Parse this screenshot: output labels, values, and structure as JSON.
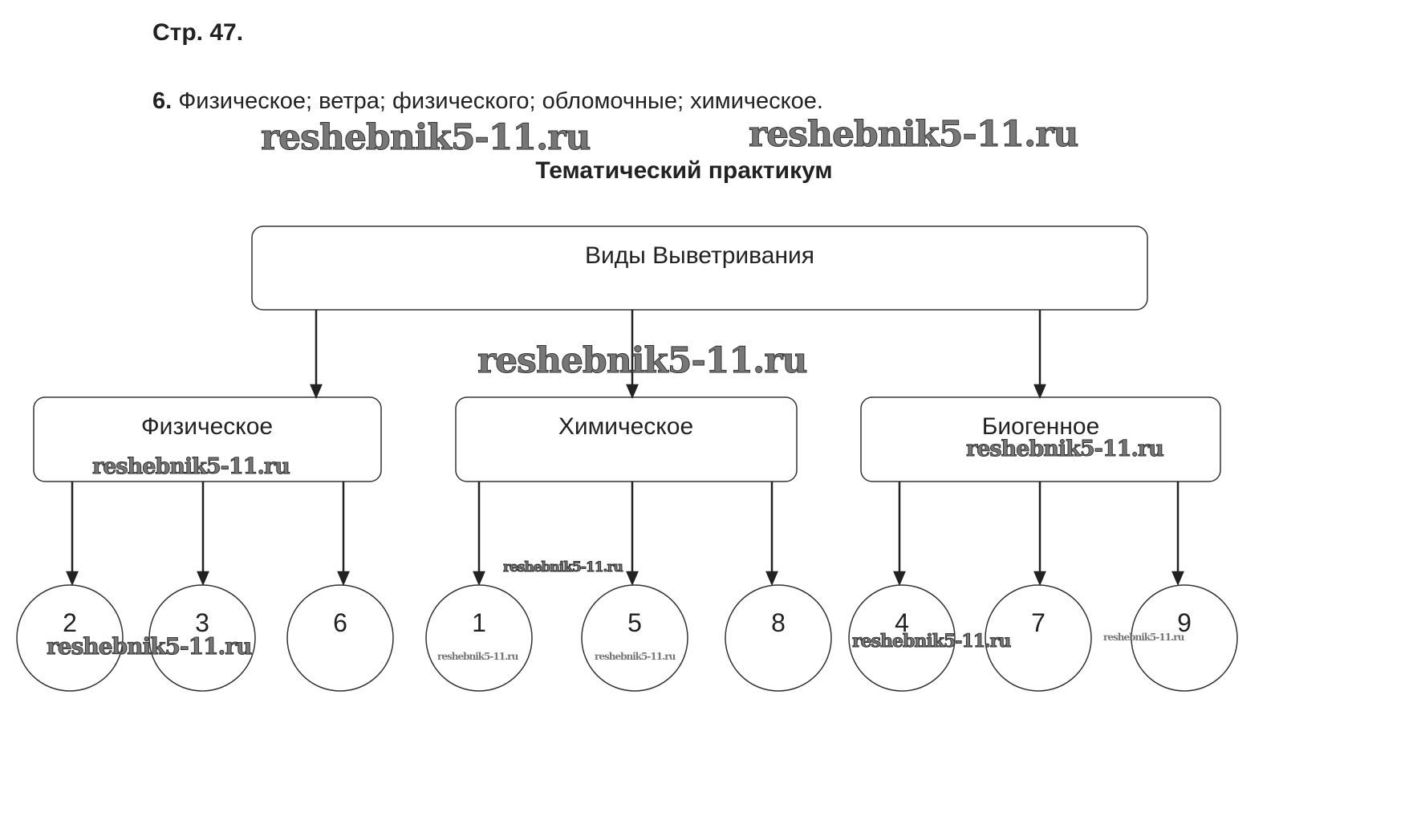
{
  "header": {
    "page_label": "Стр. 47."
  },
  "answer": {
    "number": "6.",
    "text": "Физическое; ветра; физического; обломочные; химическое."
  },
  "section_title": "Тематический практикум",
  "diagram": {
    "root": "Виды Выветривания",
    "branches": [
      {
        "label": "Физическое",
        "items": [
          "2",
          "3",
          "6"
        ]
      },
      {
        "label": "Химическое",
        "items": [
          "1",
          "5",
          "8"
        ]
      },
      {
        "label": "Биогенное",
        "items": [
          "4",
          "7",
          "9"
        ]
      }
    ]
  },
  "watermark": "reshebnik5-11.ru"
}
